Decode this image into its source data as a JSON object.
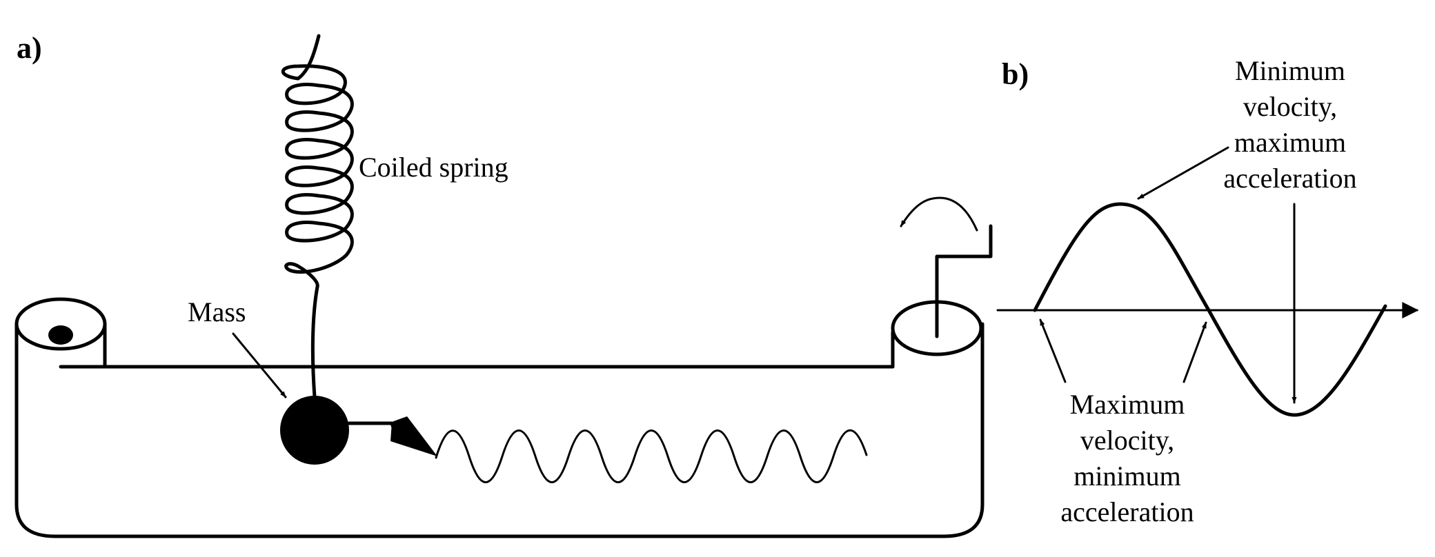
{
  "panel_a": {
    "label": "a)",
    "spring_label": "Coiled spring",
    "mass_label": "Mass"
  },
  "panel_b": {
    "label": "b)",
    "top_annotation": [
      "Minimum",
      "velocity,",
      "maximum",
      "acceleration"
    ],
    "bottom_annotation": [
      "Maximum",
      "velocity,",
      "minimum",
      "acceleration"
    ]
  },
  "colors": {
    "ink": "#000000",
    "background": "#ffffff"
  }
}
